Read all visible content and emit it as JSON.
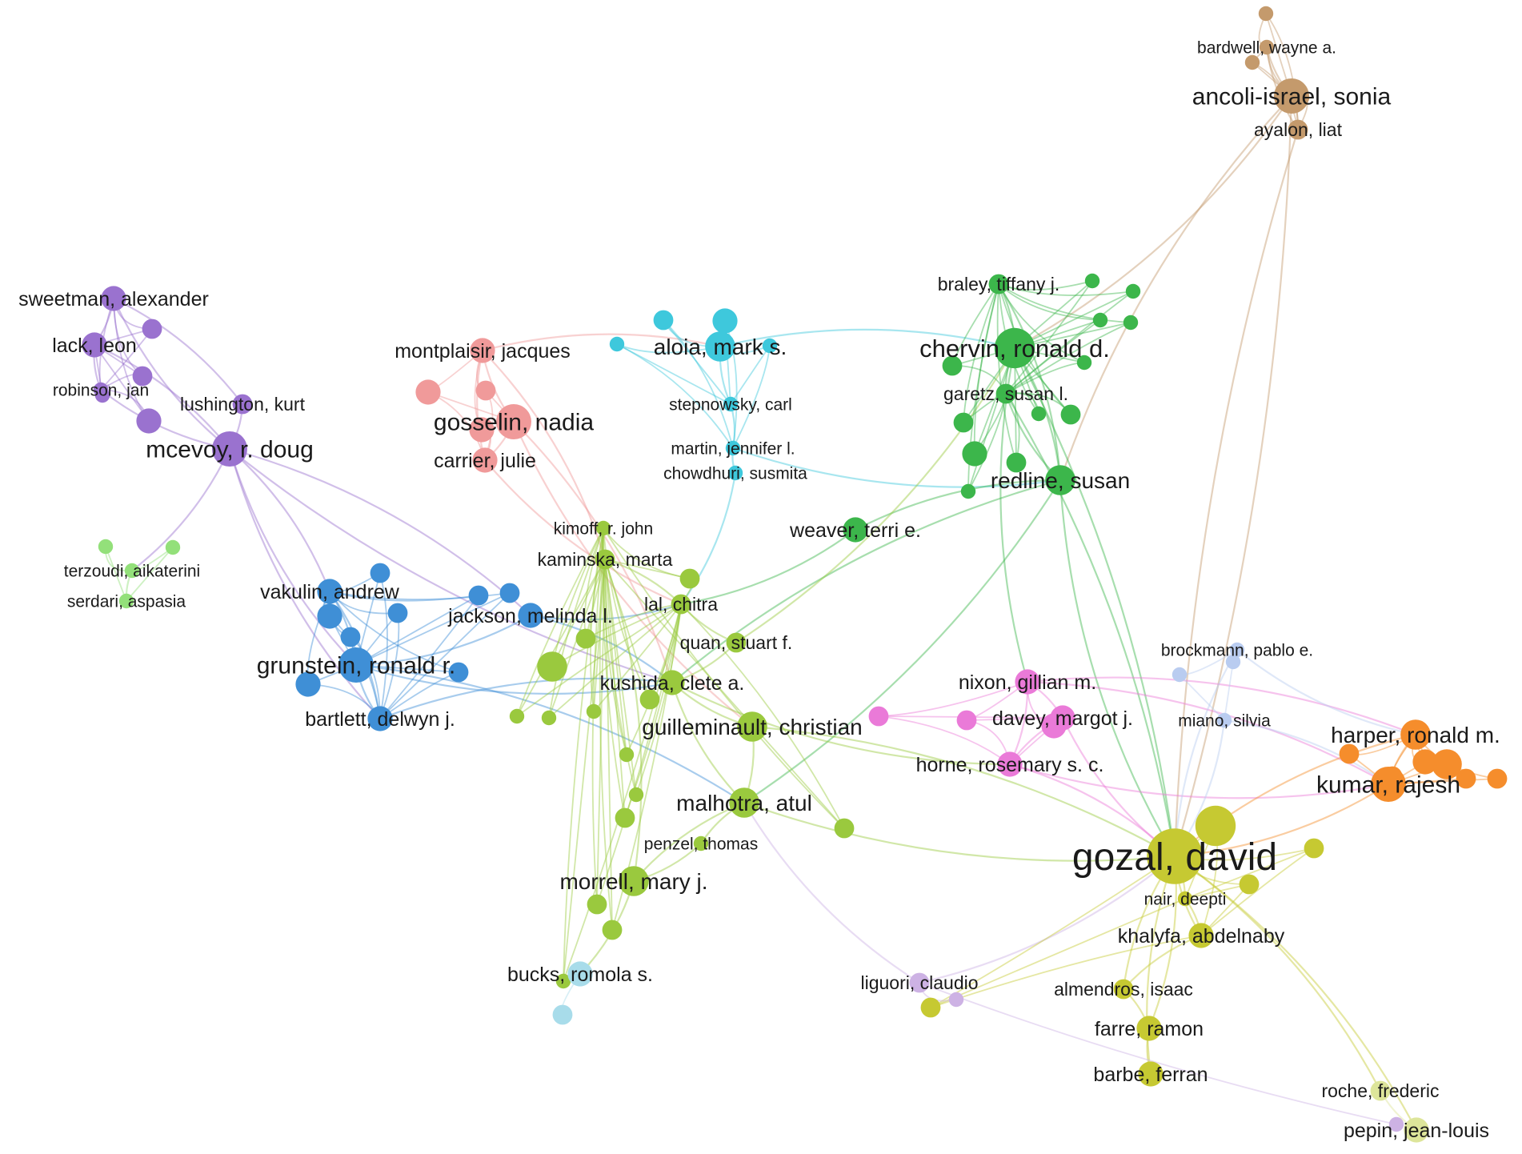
{
  "clusters": {
    "purple": "#9a72cf",
    "pink_red": "#f09a9a",
    "cyan": "#3ec8dc",
    "green": "#3cb64b",
    "brown": "#c49a6c",
    "light_green": "#93e07a",
    "blue": "#3f8fd6",
    "yellow_green": "#9ac93e",
    "magenta": "#ea7ad8",
    "light_blue": "#b9ccf0",
    "orange": "#f58d2c",
    "olive": "#c6c932",
    "lavender": "#cdb2e4",
    "pale_blue": "#a8dcea",
    "pale_yellow": "#dde59a"
  },
  "nodes": [
    {
      "id": "sweetman",
      "label": "sweetman, alexander",
      "cluster": "purple",
      "weight": 3
    },
    {
      "id": "lack",
      "label": "lack, leon",
      "cluster": "purple",
      "weight": 3
    },
    {
      "id": "robinson",
      "label": "robinson, jan",
      "cluster": "purple",
      "weight": 1
    },
    {
      "id": "lushington",
      "label": "lushington, kurt",
      "cluster": "purple",
      "weight": 2
    },
    {
      "id": "mcevoy",
      "label": "mcevoy, r. doug",
      "cluster": "purple",
      "weight": 5
    },
    {
      "id": "montplaisir",
      "label": "montplaisir, jacques",
      "cluster": "pink_red",
      "weight": 3
    },
    {
      "id": "gosselin",
      "label": "gosselin, nadia",
      "cluster": "pink_red",
      "weight": 5
    },
    {
      "id": "carrier",
      "label": "carrier, julie",
      "cluster": "pink_red",
      "weight": 3
    },
    {
      "id": "aloia",
      "label": "aloia, mark s.",
      "cluster": "cyan",
      "weight": 4
    },
    {
      "id": "stepnowsky",
      "label": "stepnowsky, carl",
      "cluster": "cyan",
      "weight": 1
    },
    {
      "id": "martin",
      "label": "martin, jennifer l.",
      "cluster": "cyan",
      "weight": 1
    },
    {
      "id": "chowdhuri",
      "label": "chowdhuri, susmita",
      "cluster": "cyan",
      "weight": 1
    },
    {
      "id": "bardwell",
      "label": "bardwell, wayne a.",
      "cluster": "brown",
      "weight": 1
    },
    {
      "id": "ancoli",
      "label": "ancoli-israel, sonia",
      "cluster": "brown",
      "weight": 5
    },
    {
      "id": "ayalon",
      "label": "ayalon, liat",
      "cluster": "brown",
      "weight": 2
    },
    {
      "id": "braley",
      "label": "braley, tiffany j.",
      "cluster": "green",
      "weight": 2
    },
    {
      "id": "chervin",
      "label": "chervin, ronald d.",
      "cluster": "green",
      "weight": 6
    },
    {
      "id": "garetz",
      "label": "garetz, susan l.",
      "cluster": "green",
      "weight": 2
    },
    {
      "id": "redline",
      "label": "redline, susan",
      "cluster": "green",
      "weight": 4
    },
    {
      "id": "weaver",
      "label": "weaver, terri e.",
      "cluster": "green",
      "weight": 3
    },
    {
      "id": "terzoudi",
      "label": "terzoudi, aikaterini",
      "cluster": "light_green",
      "weight": 1
    },
    {
      "id": "serdari",
      "label": "serdari, aspasia",
      "cluster": "light_green",
      "weight": 1
    },
    {
      "id": "vakulin",
      "label": "vakulin, andrew",
      "cluster": "blue",
      "weight": 3
    },
    {
      "id": "grunstein",
      "label": "grunstein, ronald r.",
      "cluster": "blue",
      "weight": 5
    },
    {
      "id": "bartlett",
      "label": "bartlett, delwyn j.",
      "cluster": "blue",
      "weight": 3
    },
    {
      "id": "jackson",
      "label": "jackson, melinda l.",
      "cluster": "blue",
      "weight": 3
    },
    {
      "id": "kimoff",
      "label": "kimoff, r. john",
      "cluster": "yellow_green",
      "weight": 1
    },
    {
      "id": "kaminska",
      "label": "kaminska, marta",
      "cluster": "yellow_green",
      "weight": 2
    },
    {
      "id": "lal",
      "label": "lal, chitra",
      "cluster": "yellow_green",
      "weight": 2
    },
    {
      "id": "quan",
      "label": "quan, stuart f.",
      "cluster": "yellow_green",
      "weight": 2
    },
    {
      "id": "kushida",
      "label": "kushida, clete a.",
      "cluster": "yellow_green",
      "weight": 3
    },
    {
      "id": "guilleminault",
      "label": "guilleminault, christian",
      "cluster": "yellow_green",
      "weight": 4
    },
    {
      "id": "malhotra",
      "label": "malhotra, atul",
      "cluster": "yellow_green",
      "weight": 4
    },
    {
      "id": "penzel",
      "label": "penzel, thomas",
      "cluster": "yellow_green",
      "weight": 1
    },
    {
      "id": "morrell",
      "label": "morrell, mary j.",
      "cluster": "yellow_green",
      "weight": 4
    },
    {
      "id": "bucks",
      "label": "bucks, romola s.",
      "cluster": "pale_blue",
      "weight": 3
    },
    {
      "id": "nixon",
      "label": "nixon, gillian m.",
      "cluster": "magenta",
      "weight": 3
    },
    {
      "id": "davey",
      "label": "davey, margot j.",
      "cluster": "magenta",
      "weight": 3
    },
    {
      "id": "horne",
      "label": "horne, rosemary s. c.",
      "cluster": "magenta",
      "weight": 3
    },
    {
      "id": "brockmann",
      "label": "brockmann, pablo e.",
      "cluster": "light_blue",
      "weight": 1
    },
    {
      "id": "miano",
      "label": "miano, silvia",
      "cluster": "light_blue",
      "weight": 1
    },
    {
      "id": "harper",
      "label": "harper, ronald m.",
      "cluster": "orange",
      "weight": 4
    },
    {
      "id": "kumar",
      "label": "kumar, rajesh",
      "cluster": "orange",
      "weight": 5
    },
    {
      "id": "gozal",
      "label": "gozal, david",
      "cluster": "olive",
      "weight": 9
    },
    {
      "id": "nair",
      "label": "nair, deepti",
      "cluster": "olive",
      "weight": 1
    },
    {
      "id": "khalyfa",
      "label": "khalyfa, abdelnaby",
      "cluster": "olive",
      "weight": 3
    },
    {
      "id": "liguori",
      "label": "liguori, claudio",
      "cluster": "lavender",
      "weight": 2
    },
    {
      "id": "almendros",
      "label": "almendros, isaac",
      "cluster": "olive",
      "weight": 2
    },
    {
      "id": "farre",
      "label": "farre, ramon",
      "cluster": "olive",
      "weight": 3
    },
    {
      "id": "barbe",
      "label": "barbe, ferran",
      "cluster": "olive",
      "weight": 3
    },
    {
      "id": "roche",
      "label": "roche, frederic",
      "cluster": "pale_yellow",
      "weight": 2
    },
    {
      "id": "pepin",
      "label": "pepin, jean-louis",
      "cluster": "pale_yellow",
      "weight": 3
    }
  ],
  "unlabeled_nodes": [
    {
      "cluster": "purple",
      "weight": 2
    },
    {
      "cluster": "purple",
      "weight": 2
    },
    {
      "cluster": "purple",
      "weight": 3
    },
    {
      "cluster": "purple",
      "weight": 1
    },
    {
      "cluster": "pink_red",
      "weight": 3
    },
    {
      "cluster": "pink_red",
      "weight": 2
    },
    {
      "cluster": "pink_red",
      "weight": 3
    },
    {
      "cluster": "cyan",
      "weight": 2
    },
    {
      "cluster": "cyan",
      "weight": 1
    },
    {
      "cluster": "cyan",
      "weight": 3
    },
    {
      "cluster": "cyan",
      "weight": 1
    },
    {
      "cluster": "brown",
      "weight": 1
    },
    {
      "cluster": "brown",
      "weight": 1
    },
    {
      "cluster": "brown",
      "weight": 1
    },
    {
      "cluster": "green",
      "weight": 1
    },
    {
      "cluster": "green",
      "weight": 1
    },
    {
      "cluster": "green",
      "weight": 1
    },
    {
      "cluster": "green",
      "weight": 1
    },
    {
      "cluster": "green",
      "weight": 2
    },
    {
      "cluster": "green",
      "weight": 2
    },
    {
      "cluster": "green",
      "weight": 1
    },
    {
      "cluster": "green",
      "weight": 2
    },
    {
      "cluster": "green",
      "weight": 3
    },
    {
      "cluster": "green",
      "weight": 1
    },
    {
      "cluster": "green",
      "weight": 1
    },
    {
      "cluster": "green",
      "weight": 2
    },
    {
      "cluster": "light_green",
      "weight": 1
    },
    {
      "cluster": "light_green",
      "weight": 1
    },
    {
      "cluster": "blue",
      "weight": 2
    },
    {
      "cluster": "blue",
      "weight": 2
    },
    {
      "cluster": "blue",
      "weight": 2
    },
    {
      "cluster": "blue",
      "weight": 2
    },
    {
      "cluster": "blue",
      "weight": 3
    },
    {
      "cluster": "blue",
      "weight": 2
    },
    {
      "cluster": "blue",
      "weight": 2
    },
    {
      "cluster": "blue",
      "weight": 3
    },
    {
      "cluster": "yellow_green",
      "weight": 4
    },
    {
      "cluster": "yellow_green",
      "weight": 2
    },
    {
      "cluster": "yellow_green",
      "weight": 2
    },
    {
      "cluster": "yellow_green",
      "weight": 2
    },
    {
      "cluster": "yellow_green",
      "weight": 1
    },
    {
      "cluster": "yellow_green",
      "weight": 1
    },
    {
      "cluster": "yellow_green",
      "weight": 1
    },
    {
      "cluster": "yellow_green",
      "weight": 2
    },
    {
      "cluster": "yellow_green",
      "weight": 1
    },
    {
      "cluster": "yellow_green",
      "weight": 1
    },
    {
      "cluster": "yellow_green",
      "weight": 2
    },
    {
      "cluster": "yellow_green",
      "weight": 2
    },
    {
      "cluster": "yellow_green",
      "weight": 1
    },
    {
      "cluster": "yellow_green",
      "weight": 2
    },
    {
      "cluster": "pale_blue",
      "weight": 2
    },
    {
      "cluster": "pale_blue",
      "weight": 2
    },
    {
      "cluster": "magenta",
      "weight": 2
    },
    {
      "cluster": "magenta",
      "weight": 2
    },
    {
      "cluster": "magenta",
      "weight": 3
    },
    {
      "cluster": "light_blue",
      "weight": 1
    },
    {
      "cluster": "light_blue",
      "weight": 1
    },
    {
      "cluster": "orange",
      "weight": 2
    },
    {
      "cluster": "orange",
      "weight": 2
    },
    {
      "cluster": "orange",
      "weight": 3
    },
    {
      "cluster": "orange",
      "weight": 4
    },
    {
      "cluster": "orange",
      "weight": 2
    },
    {
      "cluster": "orange",
      "weight": 2
    },
    {
      "cluster": "olive",
      "weight": 6
    },
    {
      "cluster": "olive",
      "weight": 2
    },
    {
      "cluster": "olive",
      "weight": 2
    },
    {
      "cluster": "olive",
      "weight": 2
    },
    {
      "cluster": "lavender",
      "weight": 1
    },
    {
      "cluster": "lavender",
      "weight": 1
    },
    {
      "cluster": "pale_yellow",
      "weight": 2
    }
  ],
  "links": [
    [
      "sweetman",
      "lack"
    ],
    [
      "sweetman",
      "mcevoy"
    ],
    [
      "lack",
      "mcevoy"
    ],
    [
      "robinson",
      "mcevoy"
    ],
    [
      "lushington",
      "mcevoy"
    ],
    [
      "lack",
      "robinson"
    ],
    [
      "sweetman",
      "lushington"
    ],
    [
      "mcevoy",
      "grunstein"
    ],
    [
      "mcevoy",
      "vakulin"
    ],
    [
      "mcevoy",
      "bartlett"
    ],
    [
      "mcevoy",
      "jackson"
    ],
    [
      "mcevoy",
      "kushida"
    ],
    [
      "mcevoy",
      "terzoudi"
    ],
    [
      "montplaisir",
      "gosselin"
    ],
    [
      "gosselin",
      "carrier"
    ],
    [
      "montplaisir",
      "carrier"
    ],
    [
      "gosselin",
      "kushida"
    ],
    [
      "carrier",
      "lal"
    ],
    [
      "montplaisir",
      "kaminska"
    ],
    [
      "gosselin",
      "guilleminault"
    ],
    [
      "montplaisir",
      "aloia"
    ],
    [
      "aloia",
      "stepnowsky"
    ],
    [
      "stepnowsky",
      "martin"
    ],
    [
      "martin",
      "chowdhuri"
    ],
    [
      "aloia",
      "chervin"
    ],
    [
      "martin",
      "redline"
    ],
    [
      "chowdhuri",
      "lal"
    ],
    [
      "bardwell",
      "ancoli"
    ],
    [
      "ancoli",
      "ayalon"
    ],
    [
      "bardwell",
      "ayalon"
    ],
    [
      "ancoli",
      "chervin"
    ],
    [
      "ancoli",
      "redline"
    ],
    [
      "ancoli",
      "gozal"
    ],
    [
      "ayalon",
      "gozal"
    ],
    [
      "braley",
      "chervin"
    ],
    [
      "chervin",
      "garetz"
    ],
    [
      "chervin",
      "redline"
    ],
    [
      "garetz",
      "redline"
    ],
    [
      "braley",
      "redline"
    ],
    [
      "redline",
      "weaver"
    ],
    [
      "weaver",
      "lal"
    ],
    [
      "redline",
      "kushida"
    ],
    [
      "chervin",
      "gozal"
    ],
    [
      "redline",
      "gozal"
    ],
    [
      "garetz",
      "gozal"
    ],
    [
      "chervin",
      "nixon"
    ],
    [
      "redline",
      "malhotra"
    ],
    [
      "terzoudi",
      "serdari"
    ],
    [
      "vakulin",
      "grunstein"
    ],
    [
      "grunstein",
      "bartlett"
    ],
    [
      "vakulin",
      "bartlett"
    ],
    [
      "grunstein",
      "jackson"
    ],
    [
      "jackson",
      "kushida"
    ],
    [
      "grunstein",
      "kushida"
    ],
    [
      "bartlett",
      "kushida"
    ],
    [
      "jackson",
      "lal"
    ],
    [
      "grunstein",
      "malhotra"
    ],
    [
      "kimoff",
      "kaminska"
    ],
    [
      "kaminska",
      "lal"
    ],
    [
      "lal",
      "quan"
    ],
    [
      "quan",
      "kushida"
    ],
    [
      "kushida",
      "guilleminault"
    ],
    [
      "guilleminault",
      "malhotra"
    ],
    [
      "malhotra",
      "penzel"
    ],
    [
      "penzel",
      "morrell"
    ],
    [
      "malhotra",
      "morrell"
    ],
    [
      "morrell",
      "bucks"
    ],
    [
      "kushida",
      "malhotra"
    ],
    [
      "kaminska",
      "morrell"
    ],
    [
      "quan",
      "chervin"
    ],
    [
      "guilleminault",
      "gozal"
    ],
    [
      "malhotra",
      "gozal"
    ],
    [
      "nixon",
      "davey"
    ],
    [
      "davey",
      "horne"
    ],
    [
      "nixon",
      "horne"
    ],
    [
      "horne",
      "kumar"
    ],
    [
      "nixon",
      "harper"
    ],
    [
      "davey",
      "gozal"
    ],
    [
      "horne",
      "gozal"
    ],
    [
      "kushida",
      "horne"
    ],
    [
      "nixon",
      "kumar"
    ],
    [
      "brockmann",
      "gozal"
    ],
    [
      "miano",
      "gozal"
    ],
    [
      "brockmann",
      "harper"
    ],
    [
      "miano",
      "kumar"
    ],
    [
      "harper",
      "kumar"
    ],
    [
      "kumar",
      "gozal"
    ],
    [
      "harper",
      "gozal"
    ],
    [
      "gozal",
      "nair"
    ],
    [
      "gozal",
      "khalyfa"
    ],
    [
      "nair",
      "khalyfa"
    ],
    [
      "gozal",
      "almendros"
    ],
    [
      "almendros",
      "farre"
    ],
    [
      "farre",
      "barbe"
    ],
    [
      "gozal",
      "farre"
    ],
    [
      "gozal",
      "barbe"
    ],
    [
      "gozal",
      "roche"
    ],
    [
      "roche",
      "pepin"
    ],
    [
      "gozal",
      "pepin"
    ],
    [
      "khalyfa",
      "almendros"
    ],
    [
      "liguori",
      "malhotra"
    ],
    [
      "liguori",
      "gozal"
    ]
  ]
}
